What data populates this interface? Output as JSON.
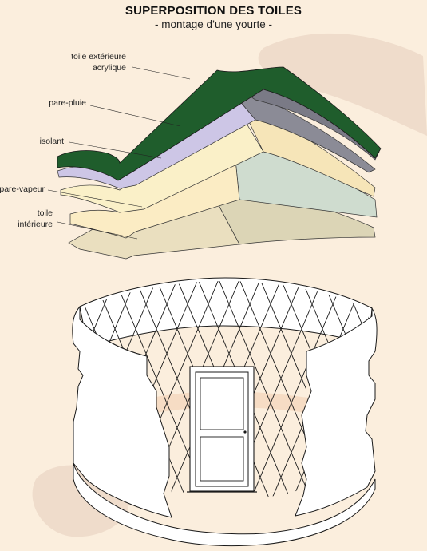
{
  "header": {
    "title": "SUPERPOSITION DES TOILES",
    "subtitle": "- montage d’une yourte -"
  },
  "layers": {
    "toile_exterieure": {
      "line1": "toile extérieure",
      "line2": "acrylique",
      "color": "#1f5d2c",
      "inner_color": "#7a7a86"
    },
    "pare_pluie": {
      "label": "pare-pluie",
      "color": "#cdc6e6"
    },
    "isolant": {
      "label": "isolant",
      "color": "#faf0c8"
    },
    "pare_vapeur": {
      "label": "pare-vapeur",
      "color": "#fbecc4"
    },
    "toile_interieure": {
      "line1": "toile",
      "line2": "intérieure",
      "color": "#eadfbf",
      "inner_color": "#dcd5b6"
    }
  },
  "colors": {
    "background": "#fbeedd",
    "blob": "#efdccb",
    "wall": "#ffffff",
    "outline": "#1a1a1a",
    "lattice_band": "#f6dcc4",
    "leader": "#222222"
  }
}
